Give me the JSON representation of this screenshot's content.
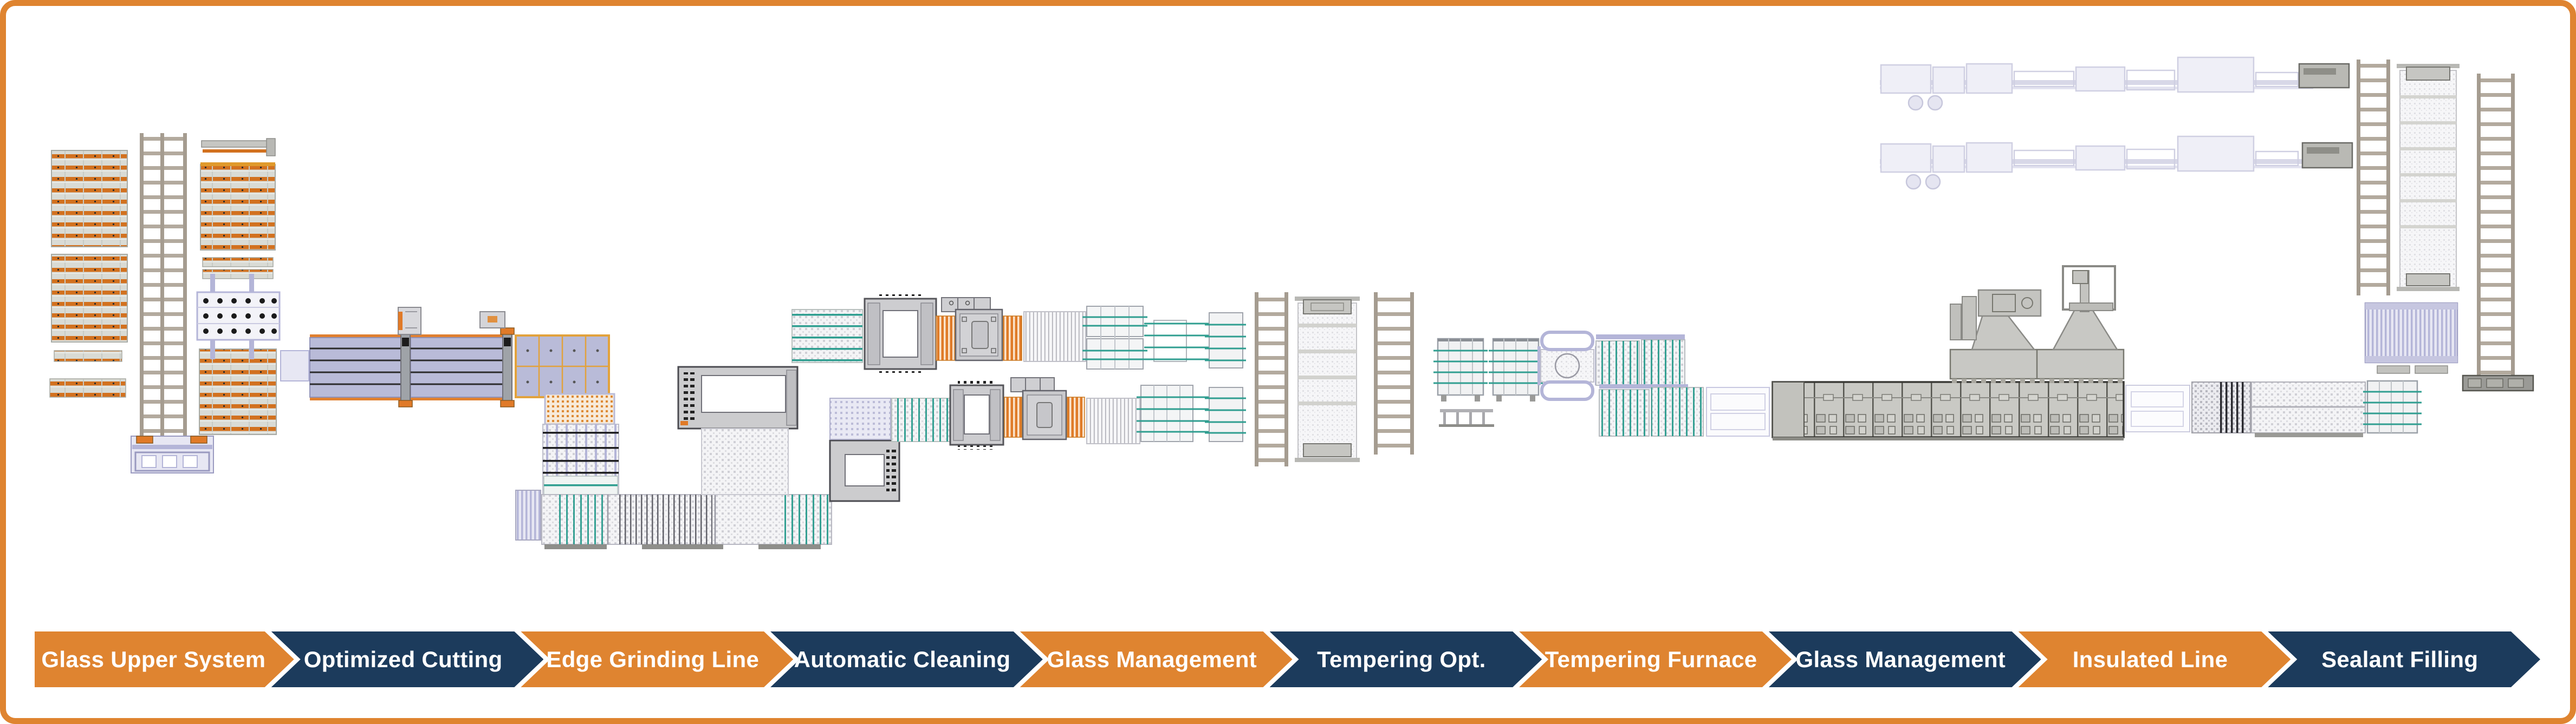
{
  "page": {
    "background": "#ffffff",
    "frame_color": "#DF8430",
    "kind": "insulated glass production line layout diagram"
  },
  "process_flow": {
    "colors": {
      "orange": "#DF8430",
      "navy": "#1C3B5C",
      "text": "#FFFFFF"
    },
    "steps": [
      {
        "label": "Glass Upper System",
        "color": "orange"
      },
      {
        "label": "Optimized Cutting",
        "color": "navy"
      },
      {
        "label": "Edge Grinding Line",
        "color": "orange"
      },
      {
        "label": "Automatic Cleaning",
        "color": "navy"
      },
      {
        "label": "Glass Management",
        "color": "orange"
      },
      {
        "label": "Tempering Opt.",
        "color": "navy"
      },
      {
        "label": "Tempering Furnace",
        "color": "orange"
      },
      {
        "label": "Glass Management",
        "color": "navy"
      },
      {
        "label": "Insulated Line",
        "color": "orange"
      },
      {
        "label": "Sealant Filling",
        "color": "navy"
      }
    ]
  },
  "diagram": {
    "colors": {
      "rack_grey": "#d9dbd5",
      "rack_stripe_orange": "#d2711f",
      "table_lavender": "#b9bbd8",
      "trim_orange": "#e07a28",
      "machine_grey": "#cdcdd0",
      "furnace_grey": "#c9c9c4",
      "teal_accent": "#2f9e90",
      "ladder_rail": "#a59c90",
      "ghost_lavender": "#b9b9d6"
    },
    "areas": [
      "glass-storage-racks",
      "stacker-crane-track",
      "shuttle-car",
      "glass-loading-table",
      "cutting-table",
      "breakout-table",
      "grinding-feed-conveyor",
      "transfer-conveyor",
      "crosswise-edge-grinder",
      "edge-grinding-line-upper",
      "edge-grinding-line-lower",
      "washing-machine",
      "tempering-buffer-lifts",
      "glass-management-racks",
      "tempering-loading-table",
      "tempering-furnace",
      "quench-blowers",
      "unloading-conveyors",
      "insulated-glass-ghost-lines",
      "insulated-line-lifts",
      "sealant-area-rack"
    ]
  }
}
